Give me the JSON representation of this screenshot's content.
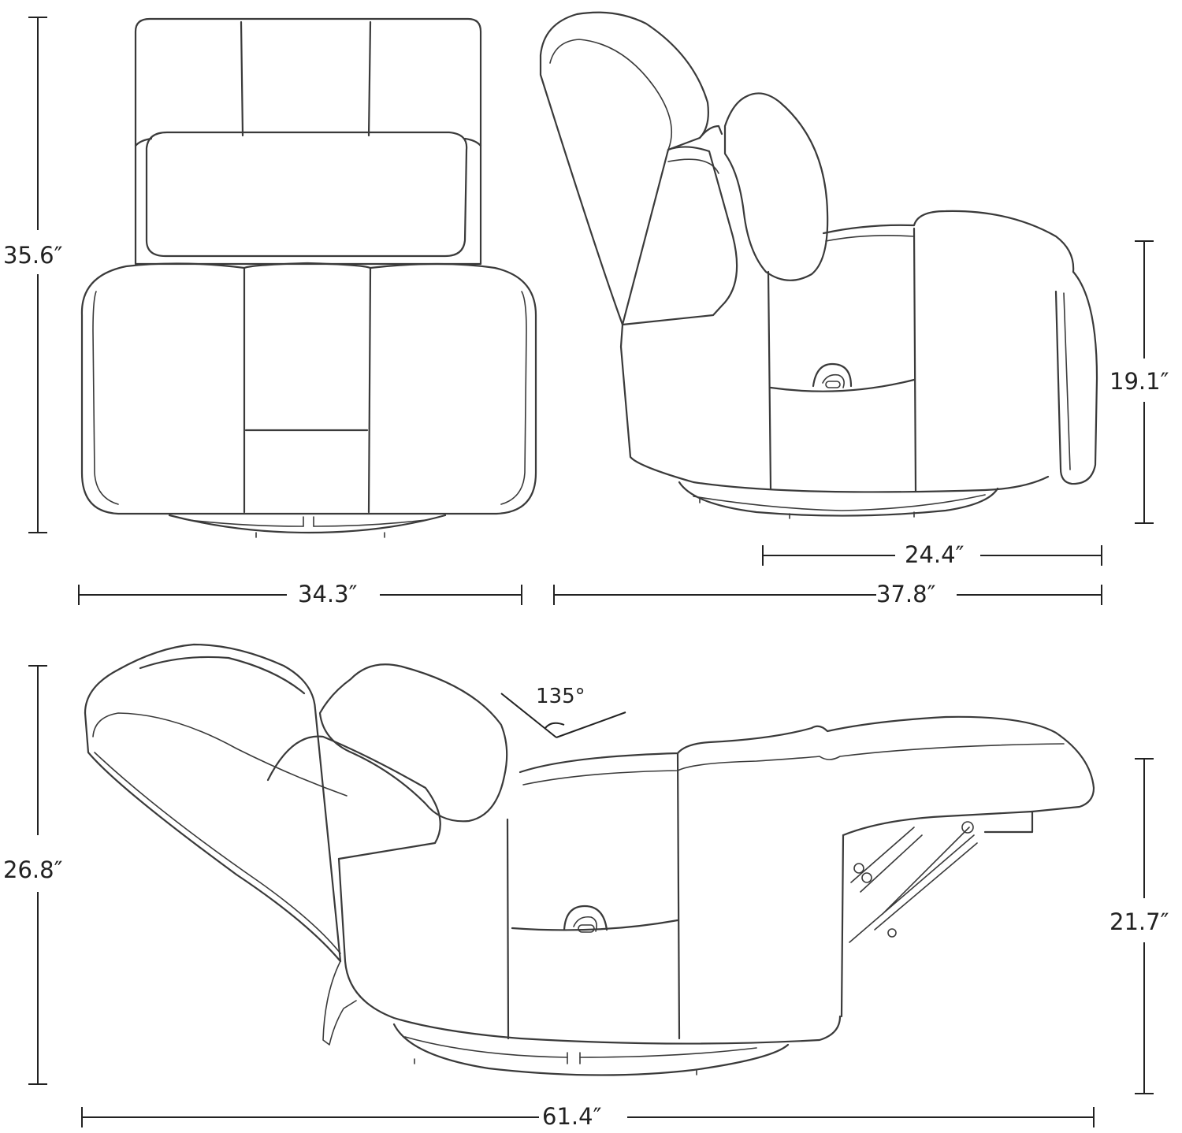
{
  "dimensions": {
    "front_height": "35.6″",
    "front_width": "34.3″",
    "side_height": "19.1″",
    "side_seat_depth": "24.4″",
    "side_depth": "37.8″",
    "reclined_height": "26.8″",
    "reclined_leg_height": "21.7″",
    "reclined_length": "61.4″",
    "recline_angle": "135°"
  }
}
